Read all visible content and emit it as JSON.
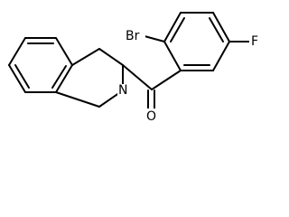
{
  "atoms": {
    "bromine": "Br",
    "fluorine": "F",
    "nitrogen": "N",
    "oxygen": "O"
  }
}
